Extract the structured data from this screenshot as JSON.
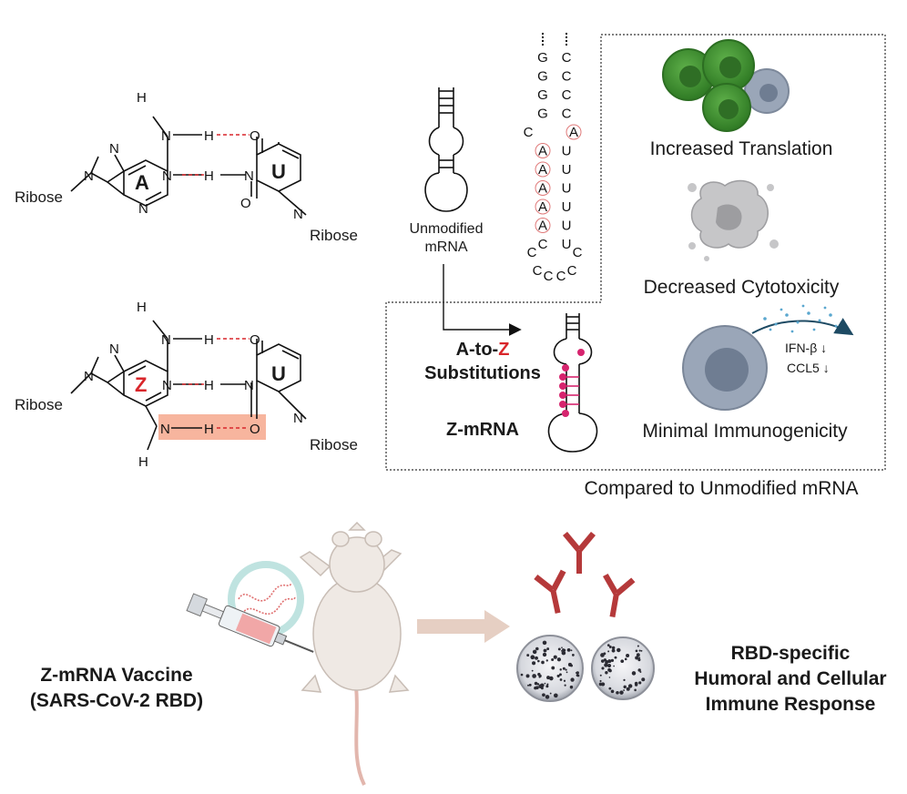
{
  "pairs": {
    "top": {
      "base_a": "A",
      "base_b": "U",
      "ribose_left": "Ribose",
      "ribose_right": "Ribose",
      "atoms": {
        "h": "H",
        "n": "N",
        "o": "O"
      }
    },
    "bottom": {
      "base_a": "Z",
      "base_b": "U",
      "ribose_left": "Ribose",
      "ribose_right": "Ribose"
    }
  },
  "unmodified": {
    "line1": "Unmodified",
    "line2": "mRNA"
  },
  "stem_sequence": {
    "left": [
      "G",
      "G",
      "G",
      "G",
      "C",
      "A",
      "A",
      "A",
      "A",
      "A",
      "C"
    ],
    "right": [
      "C",
      "C",
      "C",
      "C",
      "A",
      "U",
      "U",
      "U",
      "U",
      "U",
      "U"
    ],
    "loop": [
      "C",
      "C",
      "C",
      "C",
      "C",
      "C"
    ]
  },
  "substitution": {
    "prefix": "A-to-",
    "highlight": "Z",
    "line2": "Substitutions",
    "name": "Z-mRNA"
  },
  "effects": {
    "translation": "Increased Translation",
    "cytotoxicity": "Decreased Cytotoxicity",
    "immunogenicity": "Minimal Immunogenicity",
    "ifn": "IFN-β",
    "ccl5": "CCL5",
    "down_arrow": "↓"
  },
  "comparison_note": "Compared to Unmodified mRNA",
  "vaccine": {
    "line1": "Z-mRNA Vaccine",
    "line2": "(SARS-CoV-2 RBD)"
  },
  "response": {
    "line1": "RBD-specific",
    "line2": "Humoral and Cellular",
    "line3": "Immune Response"
  },
  "colors": {
    "accent_red": "#d9262b",
    "pink_dot": "#d6246e",
    "antibody": "#b5393a",
    "cell_green": "#3f8f2f",
    "cell_grey": "#9aa6b8",
    "highlight_box": "#f7b59e"
  }
}
